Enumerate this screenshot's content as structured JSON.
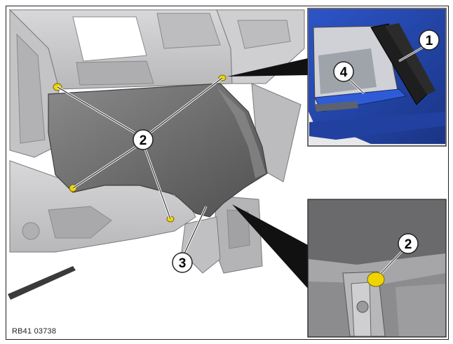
{
  "figure": {
    "reference_code": "RB41 03738",
    "callouts": [
      "1",
      "2",
      "3",
      "4"
    ],
    "colors": {
      "panel_grey": "#6f6f6f",
      "body_grey": "#c9c9cb",
      "clip_yellow": "#f0d400",
      "vehicle_blue": "#2545a8",
      "seal_black": "#1e1e1e"
    }
  }
}
